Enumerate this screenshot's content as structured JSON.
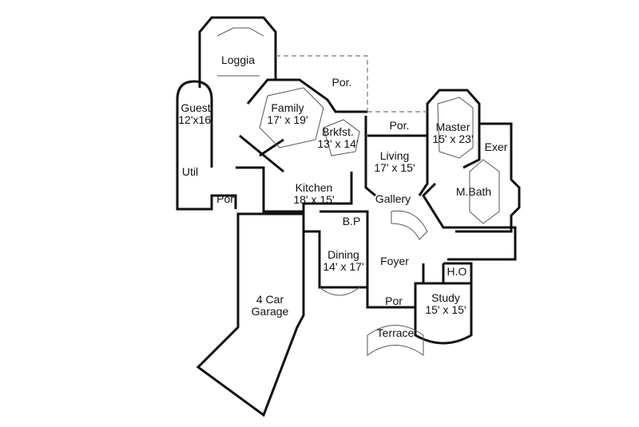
{
  "rooms": [
    {
      "id": "loggia",
      "name": "Loggia",
      "size": ""
    },
    {
      "id": "porch-rear",
      "name": "Por.",
      "size": ""
    },
    {
      "id": "guest",
      "name": "Guest",
      "size": "12'x16'"
    },
    {
      "id": "family",
      "name": "Family",
      "size": "17' x 19'"
    },
    {
      "id": "brkfst",
      "name": "Brkfst.",
      "size": "13' x 14'"
    },
    {
      "id": "porch-living",
      "name": "Por.",
      "size": ""
    },
    {
      "id": "master",
      "name": "Master",
      "size": "15' x 23'"
    },
    {
      "id": "exer",
      "name": "Exer",
      "size": ""
    },
    {
      "id": "living",
      "name": "Living",
      "size": "17' x 15'"
    },
    {
      "id": "util",
      "name": "Util",
      "size": ""
    },
    {
      "id": "kitchen",
      "name": "Kitchen",
      "size": "18' x 15'"
    },
    {
      "id": "gallery",
      "name": "Gallery",
      "size": ""
    },
    {
      "id": "mbath",
      "name": "M.Bath",
      "size": ""
    },
    {
      "id": "porch-side",
      "name": "Por",
      "size": ""
    },
    {
      "id": "bp",
      "name": "B.P",
      "size": ""
    },
    {
      "id": "dining",
      "name": "Dining",
      "size": "14' x 17'"
    },
    {
      "id": "foyer",
      "name": "Foyer",
      "size": ""
    },
    {
      "id": "ho",
      "name": "H.O",
      "size": ""
    },
    {
      "id": "garage",
      "name": "4 Car Garage",
      "size": ""
    },
    {
      "id": "porch-front",
      "name": "Por",
      "size": ""
    },
    {
      "id": "study",
      "name": "Study",
      "size": "15' x 15'"
    },
    {
      "id": "terrace",
      "name": "Terrace",
      "size": ""
    }
  ]
}
